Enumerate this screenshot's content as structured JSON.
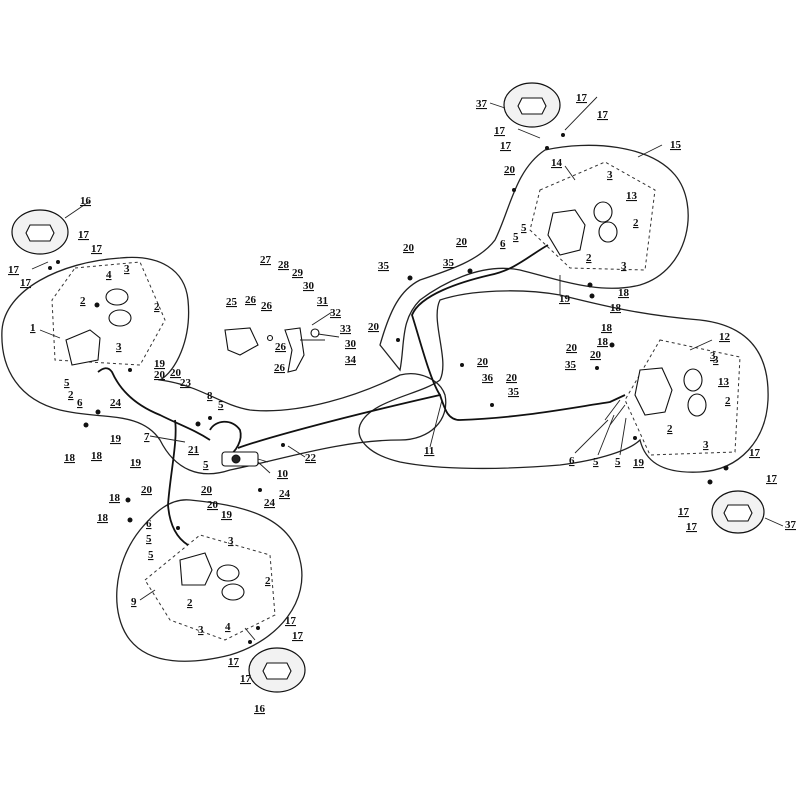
{
  "labels": [
    {
      "id": "l1",
      "text": "1"
    },
    {
      "id": "l2",
      "text": "2"
    },
    {
      "id": "l3",
      "text": "2"
    },
    {
      "id": "l4",
      "text": "3"
    },
    {
      "id": "l5",
      "text": "3"
    },
    {
      "id": "l6",
      "text": "4"
    },
    {
      "id": "l7",
      "text": "5"
    },
    {
      "id": "l8",
      "text": "2"
    },
    {
      "id": "l9",
      "text": "6"
    },
    {
      "id": "l10",
      "text": "16"
    },
    {
      "id": "l11",
      "text": "17"
    },
    {
      "id": "l12",
      "text": "17"
    },
    {
      "id": "l13",
      "text": "17"
    },
    {
      "id": "l14",
      "text": "17"
    },
    {
      "id": "l15",
      "text": "18"
    },
    {
      "id": "l16",
      "text": "18"
    },
    {
      "id": "l17",
      "text": "24"
    },
    {
      "id": "l18",
      "text": "19"
    },
    {
      "id": "l19",
      "text": "19"
    },
    {
      "id": "l20",
      "text": "20"
    },
    {
      "id": "l21",
      "text": "20"
    },
    {
      "id": "l22",
      "text": "23"
    },
    {
      "id": "l23",
      "text": "8"
    },
    {
      "id": "l24",
      "text": "5"
    },
    {
      "id": "l25",
      "text": "7"
    },
    {
      "id": "l26",
      "text": "21"
    },
    {
      "id": "l27",
      "text": "5"
    },
    {
      "id": "l28",
      "text": "19"
    },
    {
      "id": "l29",
      "text": "20"
    },
    {
      "id": "l30",
      "text": "20"
    },
    {
      "id": "l31",
      "text": "19"
    },
    {
      "id": "l32",
      "text": "10"
    },
    {
      "id": "l33",
      "text": "22"
    },
    {
      "id": "l34",
      "text": "24"
    },
    {
      "id": "l35",
      "text": "24"
    },
    {
      "id": "l36",
      "text": "25"
    },
    {
      "id": "l37",
      "text": "26"
    },
    {
      "id": "l38",
      "text": "27"
    },
    {
      "id": "l39",
      "text": "28"
    },
    {
      "id": "l40",
      "text": "26"
    },
    {
      "id": "l41",
      "text": "29"
    },
    {
      "id": "l42",
      "text": "30"
    },
    {
      "id": "l43",
      "text": "31"
    },
    {
      "id": "l44",
      "text": "32"
    },
    {
      "id": "l45",
      "text": "33"
    },
    {
      "id": "l46",
      "text": "30"
    },
    {
      "id": "l47",
      "text": "34"
    },
    {
      "id": "l48",
      "text": "26"
    },
    {
      "id": "l49",
      "text": "26"
    },
    {
      "id": "l50",
      "text": "20"
    },
    {
      "id": "l51",
      "text": "35"
    },
    {
      "id": "l52",
      "text": "20"
    },
    {
      "id": "l53",
      "text": "35"
    },
    {
      "id": "l54",
      "text": "20"
    },
    {
      "id": "l55",
      "text": "11"
    },
    {
      "id": "l56",
      "text": "20"
    },
    {
      "id": "l57",
      "text": "36"
    },
    {
      "id": "l58",
      "text": "20"
    },
    {
      "id": "l59",
      "text": "35"
    },
    {
      "id": "l60",
      "text": "37"
    },
    {
      "id": "l61",
      "text": "17"
    },
    {
      "id": "l62",
      "text": "17"
    },
    {
      "id": "l63",
      "text": "17"
    },
    {
      "id": "l64",
      "text": "17"
    },
    {
      "id": "l65",
      "text": "15"
    },
    {
      "id": "l66",
      "text": "20"
    },
    {
      "id": "l67",
      "text": "14"
    },
    {
      "id": "l68",
      "text": "3"
    },
    {
      "id": "l69",
      "text": "13"
    },
    {
      "id": "l70",
      "text": "2"
    },
    {
      "id": "l71",
      "text": "5"
    },
    {
      "id": "l72",
      "text": "5"
    },
    {
      "id": "l73",
      "text": "6"
    },
    {
      "id": "l74",
      "text": "2"
    },
    {
      "id": "l75",
      "text": "3"
    },
    {
      "id": "l76",
      "text": "19"
    },
    {
      "id": "l77",
      "text": "18"
    },
    {
      "id": "l78",
      "text": "18"
    },
    {
      "id": "l79",
      "text": "18"
    },
    {
      "id": "l80",
      "text": "18"
    },
    {
      "id": "l81",
      "text": "20"
    },
    {
      "id": "l82",
      "text": "20"
    },
    {
      "id": "l83",
      "text": "35"
    },
    {
      "id": "l84",
      "text": "12"
    },
    {
      "id": "l85",
      "text": "3"
    },
    {
      "id": "l86",
      "text": "13"
    },
    {
      "id": "l87",
      "text": "2"
    },
    {
      "id": "l88",
      "text": "2"
    },
    {
      "id": "l89",
      "text": "3"
    },
    {
      "id": "l90",
      "text": "6"
    },
    {
      "id": "l91",
      "text": "5"
    },
    {
      "id": "l92",
      "text": "5"
    },
    {
      "id": "l93",
      "text": "19"
    },
    {
      "id": "l94",
      "text": "17"
    },
    {
      "id": "l95",
      "text": "17"
    },
    {
      "id": "l96",
      "text": "17"
    },
    {
      "id": "l97",
      "text": "17"
    },
    {
      "id": "l98",
      "text": "37"
    },
    {
      "id": "l99",
      "text": "18"
    },
    {
      "id": "l100",
      "text": "18"
    },
    {
      "id": "l101",
      "text": "6"
    },
    {
      "id": "l102",
      "text": "5"
    },
    {
      "id": "l103",
      "text": "5"
    },
    {
      "id": "l104",
      "text": "20"
    },
    {
      "id": "l105",
      "text": "9"
    },
    {
      "id": "l106",
      "text": "3"
    },
    {
      "id": "l107",
      "text": "2"
    },
    {
      "id": "l108",
      "text": "2"
    },
    {
      "id": "l109",
      "text": "3"
    },
    {
      "id": "l110",
      "text": "4"
    },
    {
      "id": "l111",
      "text": "17"
    },
    {
      "id": "l112",
      "text": "17"
    },
    {
      "id": "l113",
      "text": "17"
    },
    {
      "id": "l114",
      "text": "17"
    },
    {
      "id": "l115",
      "text": "16"
    },
    {
      "id": "l116",
      "text": "3"
    }
  ]
}
